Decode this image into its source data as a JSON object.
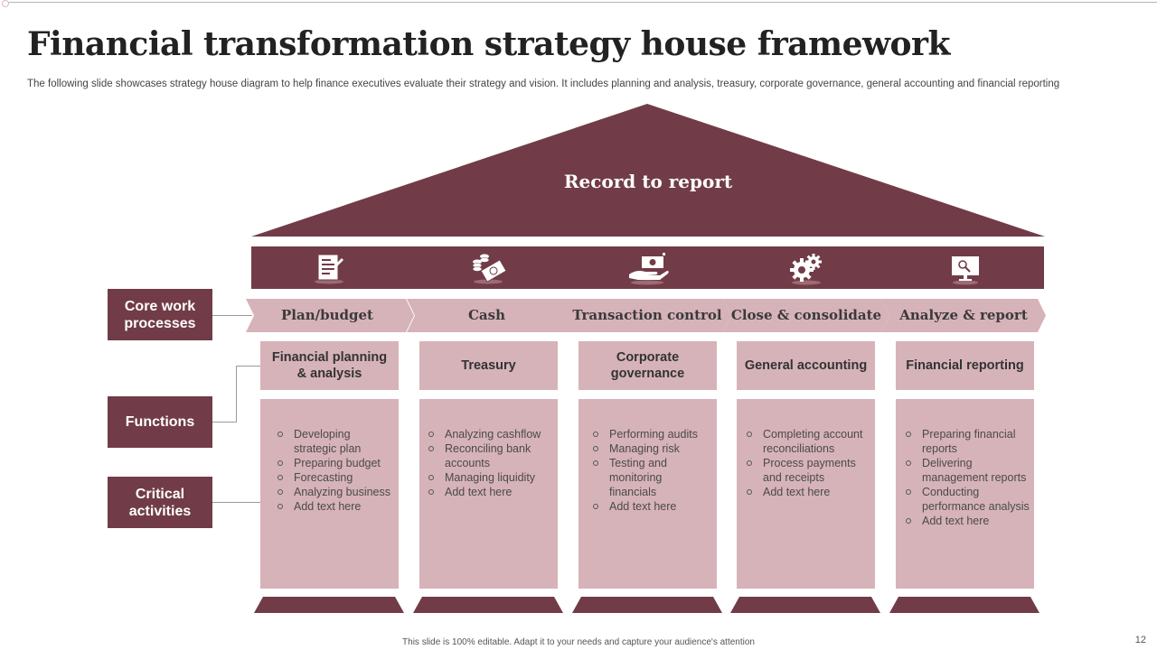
{
  "title": "Financial transformation strategy house framework",
  "subtitle": "The following slide showcases strategy house diagram to help finance executives evaluate their strategy and vision. It includes planning and analysis, treasury, corporate governance, general accounting and financial reporting",
  "roof": {
    "label": "Record to report"
  },
  "colors": {
    "primary": "#713c47",
    "secondary": "#d6b3b9",
    "icon_disc": "#9c6b74"
  },
  "icons": [
    "document-checklist-icon",
    "money-coins-icon",
    "hand-cash-icon",
    "gears-icon",
    "monitor-analysis-icon"
  ],
  "side_labels": {
    "core_work_processes": "Core work processes",
    "functions": "Functions",
    "critical_activities": "Critical activities"
  },
  "processes": [
    "Plan/budget",
    "Cash",
    "Transaction control",
    "Close & consolidate",
    "Analyze & report"
  ],
  "functions": [
    "Financial planning & analysis",
    "Treasury",
    "Corporate governance",
    "General accounting",
    "Financial reporting"
  ],
  "activities": [
    [
      "Developing strategic plan",
      "Preparing budget",
      "Forecasting",
      "Analyzing business",
      "Add text here"
    ],
    [
      "Analyzing cashflow",
      "Reconciling bank accounts",
      "Managing liquidity",
      "Add text here"
    ],
    [
      "Performing audits",
      "Managing risk",
      "Testing and monitoring financials",
      "Add text here"
    ],
    [
      "Completing account reconciliations",
      "Process payments and receipts",
      "Add text here"
    ],
    [
      "Preparing financial reports",
      "Delivering management reports",
      "Conducting performance analysis",
      "Add text here"
    ]
  ],
  "footer": "This slide is 100% editable. Adapt it to your needs and capture your audience's attention",
  "page_number": "12"
}
